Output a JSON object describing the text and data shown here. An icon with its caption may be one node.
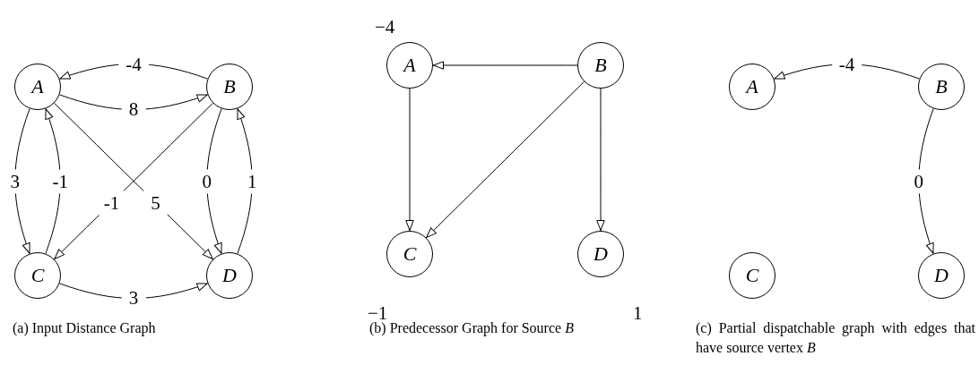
{
  "diagram": {
    "nodes": [
      {
        "text": [
          "A"
        ]
      },
      {
        "text": [
          "B"
        ]
      },
      {
        "text": [
          "C"
        ]
      },
      {
        "text": [
          "D"
        ]
      },
      {
        "text": [
          "A"
        ],
        "beside": [
          "−4"
        ]
      },
      {
        "text": [
          "B"
        ]
      },
      {
        "text": [
          "C"
        ],
        "beside": [
          "−1"
        ]
      },
      {
        "text": [
          "D"
        ],
        "beside": [
          "1"
        ]
      },
      {
        "text": [
          "A"
        ]
      },
      {
        "text": [
          "B"
        ]
      },
      {
        "text": [
          "C"
        ]
      },
      {
        "text": [
          "D"
        ]
      }
    ],
    "edges": [
      {
        "from": 1,
        "to": 0,
        "arrow": "to",
        "label": "-4"
      },
      {
        "from": 0,
        "to": 1,
        "arrow": "to",
        "label": "8"
      },
      {
        "from": 0,
        "to": 2,
        "arrow": "to",
        "label": "3"
      },
      {
        "from": 2,
        "to": 0,
        "arrow": "to",
        "label": "-1"
      },
      {
        "from": 1,
        "to": 3,
        "arrow": "to",
        "label": "0"
      },
      {
        "from": 3,
        "to": 1,
        "arrow": "to",
        "label": "1"
      },
      {
        "from": 0,
        "to": 3,
        "arrow": "to",
        "label": "5"
      },
      {
        "from": 1,
        "to": 2,
        "arrow": "to",
        "label": "-1"
      },
      {
        "from": 2,
        "to": 3,
        "arrow": "to",
        "label": "3"
      },
      {
        "from": 5,
        "to": 4,
        "arrow": "to"
      },
      {
        "from": 4,
        "to": 6,
        "arrow": "to"
      },
      {
        "from": 5,
        "to": 6,
        "arrow": "to"
      },
      {
        "from": 5,
        "to": 7,
        "arrow": "to"
      },
      {
        "from": 9,
        "to": 8,
        "arrow": "to",
        "label": "-4"
      },
      {
        "from": 9,
        "to": 11,
        "arrow": "to",
        "label": "0"
      }
    ],
    "labels": [
      "(a) Input Distance Graph",
      "(b) Predecessor Graph for Source *B*",
      "(c) Partial dispatchable graph with edges that have source vertex *B*"
    ]
  }
}
